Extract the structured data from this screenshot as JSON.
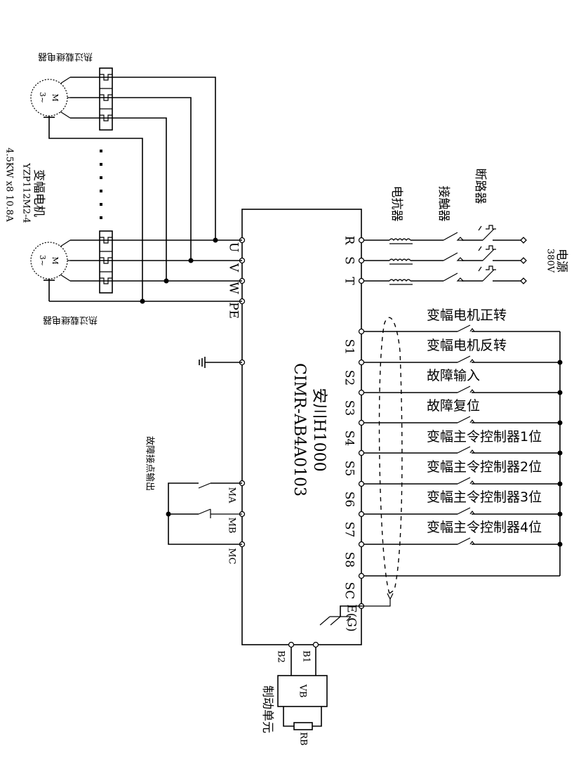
{
  "inverter": {
    "brand_model": "安川H1000",
    "part_number": "CIMR-AB4A0103"
  },
  "power_supply": {
    "label": "电源",
    "voltage": "380V"
  },
  "input_components": {
    "breaker": "断路器",
    "contactor": "接触器",
    "reactor": "电抗器"
  },
  "input_terminals": [
    "R",
    "S",
    "T"
  ],
  "output_terminals": [
    "U",
    "V",
    "W",
    "PE"
  ],
  "thermal_relay_label": "热过载继电器",
  "motor": {
    "name": "变幅电机",
    "model": "YZP112M2-4",
    "rating": "4.5KW x8 10.8A",
    "symbol_letter": "M",
    "symbol_phase": "3~"
  },
  "control_inputs": [
    {
      "terminal": "S1",
      "label": "变幅电机正转"
    },
    {
      "terminal": "S2",
      "label": "变幅电机反转"
    },
    {
      "terminal": "S3",
      "label": "故障输入"
    },
    {
      "terminal": "S4",
      "label": "故障复位"
    },
    {
      "terminal": "S5",
      "label": "变幅主令控制器1位"
    },
    {
      "terminal": "S6",
      "label": "变幅主令控制器2位"
    },
    {
      "terminal": "S7",
      "label": "变幅主令控制器3位"
    },
    {
      "terminal": "S8",
      "label": "变幅主令控制器4位"
    }
  ],
  "common_terminal": "SC",
  "ground_terminal": "E(G)",
  "fault_output": {
    "label": "故障接点输出",
    "terminals": [
      "MA",
      "MB",
      "MC"
    ]
  },
  "braking": {
    "terminals": [
      "B1",
      "B2"
    ],
    "unit_label": "制动单元",
    "unit_code": "VB",
    "resistor_code": "RB"
  }
}
